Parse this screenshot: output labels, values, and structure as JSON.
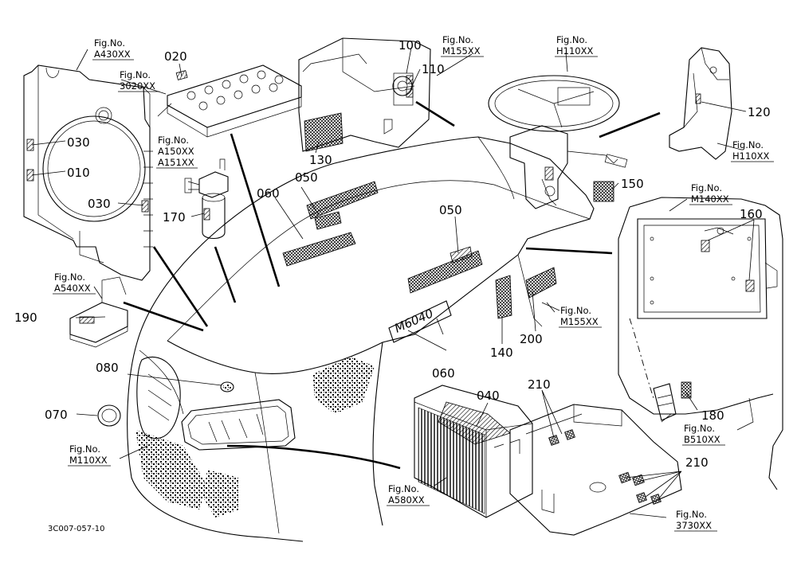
{
  "drawing_id": "3C007-057-10",
  "part_numbers": {
    "p010": "010",
    "p020": "020",
    "p030a": "030",
    "p030b": "030",
    "p040": "040",
    "p050a": "050",
    "p050b": "050",
    "p060a": "060",
    "p060b": "060",
    "p070": "070",
    "p080": "080",
    "p100": "100",
    "p110": "110",
    "p120": "120",
    "p130": "130",
    "p140": "140",
    "p150": "150",
    "p160": "160",
    "p170": "170",
    "p180": "180",
    "p190": "190",
    "p200": "200",
    "p210a": "210",
    "p210b": "210"
  },
  "fig_refs": {
    "a430": {
      "label": "Fig.No.",
      "code": "A430XX"
    },
    "f3020": {
      "label": "Fig.No.",
      "code": "3020XX"
    },
    "a150": {
      "label": "Fig.No.",
      "code": "A150XX",
      "code2": "A151XX"
    },
    "m155a": {
      "label": "Fig.No.",
      "code": "M155XX"
    },
    "h110a": {
      "label": "Fig.No.",
      "code": "H110XX"
    },
    "h110b": {
      "label": "Fig.No.",
      "code": "H110XX"
    },
    "m140": {
      "label": "Fig.No.",
      "code": "M140XX"
    },
    "a540": {
      "label": "Fig.No.",
      "code": "A540XX"
    },
    "m155b": {
      "label": "Fig.No.",
      "code": "M155XX"
    },
    "m110": {
      "label": "Fig.No.",
      "code": "M110XX"
    },
    "b510": {
      "label": "Fig.No.",
      "code": "B510XX"
    },
    "a580": {
      "label": "Fig.No.",
      "code": "A580XX"
    },
    "f3730": {
      "label": "Fig.No.",
      "code": "3730XX"
    }
  },
  "model_badge": "M6040"
}
